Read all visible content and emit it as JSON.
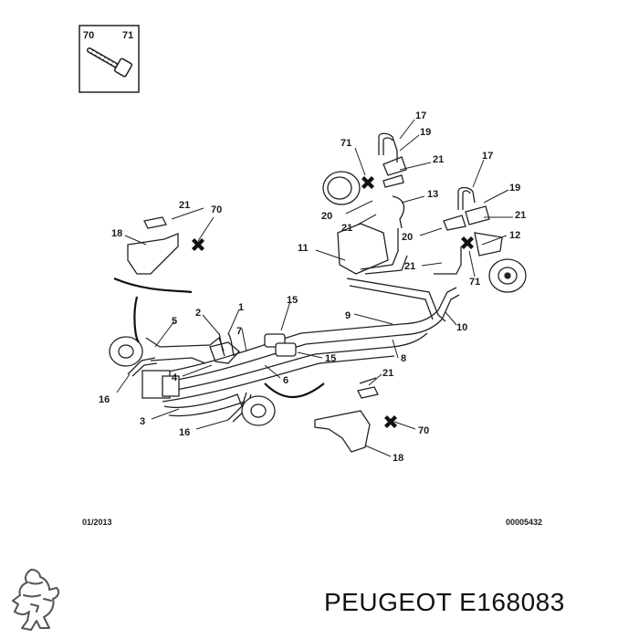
{
  "inset": {
    "labels": [
      "70",
      "71"
    ]
  },
  "callouts": [
    {
      "text": "17"
    },
    {
      "text": "19"
    },
    {
      "text": "71"
    },
    {
      "text": "21"
    },
    {
      "text": "13"
    },
    {
      "text": "17"
    },
    {
      "text": "19"
    },
    {
      "text": "20"
    },
    {
      "text": "21"
    },
    {
      "text": "21"
    },
    {
      "text": "12"
    },
    {
      "text": "20"
    },
    {
      "text": "21"
    },
    {
      "text": "70"
    },
    {
      "text": "18"
    },
    {
      "text": "11"
    },
    {
      "text": "21"
    },
    {
      "text": "71"
    },
    {
      "text": "10"
    },
    {
      "text": "15"
    },
    {
      "text": "1"
    },
    {
      "text": "2"
    },
    {
      "text": "5"
    },
    {
      "text": "7"
    },
    {
      "text": "9"
    },
    {
      "text": "8"
    },
    {
      "text": "15"
    },
    {
      "text": "4"
    },
    {
      "text": "6"
    },
    {
      "text": "16"
    },
    {
      "text": "3"
    },
    {
      "text": "16"
    },
    {
      "text": "21"
    },
    {
      "text": "70"
    },
    {
      "text": "18"
    }
  ],
  "footer": {
    "date": "01/2013",
    "ref": "00005432"
  },
  "title": "PEUGEOT E168083"
}
